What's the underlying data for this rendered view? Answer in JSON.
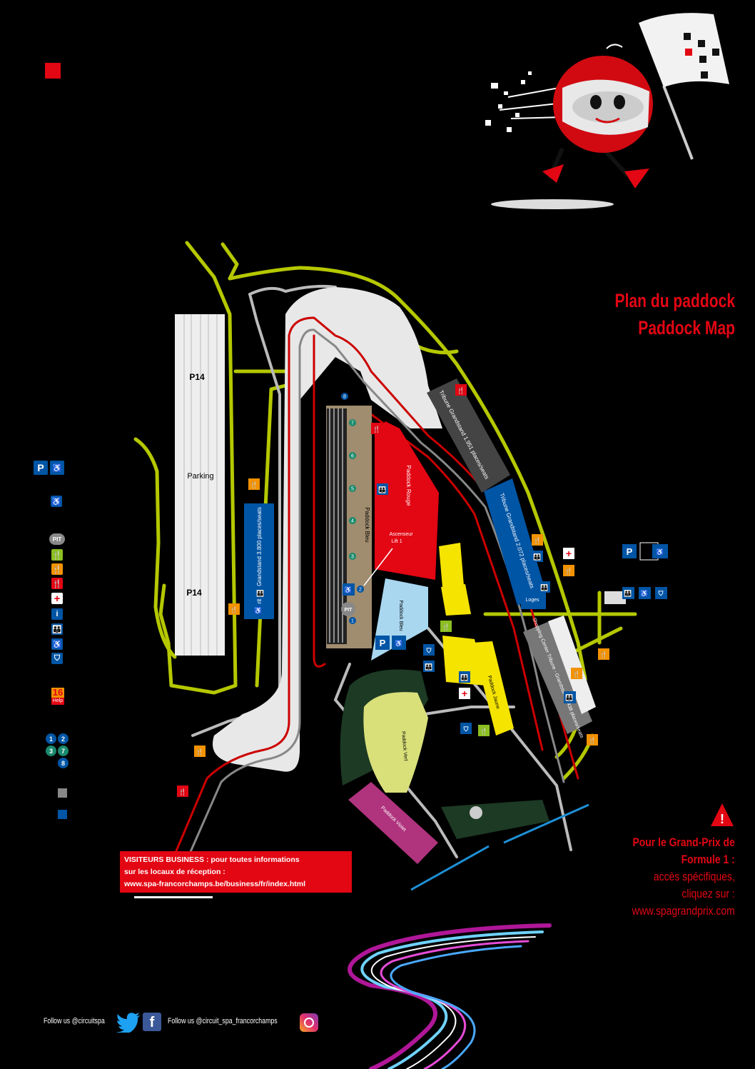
{
  "title": {
    "line1": "Plan du paddock",
    "line2": "Paddock Map"
  },
  "business_box": {
    "line1": "VISITEURS BUSINESS : pour toutes informations",
    "line2": "sur les locaux de réception :",
    "line3": "www.spa-francorchamps.be/business/fr/index.html"
  },
  "f1_note": {
    "line1": "Pour le Grand-Prix de",
    "line2": "Formule 1 :",
    "line3": "accès spécifiques,",
    "line4": "cliquez sur :",
    "line5": "www.spagrandprix.com"
  },
  "social": {
    "twitter": "Follow us @circuitspa",
    "instagram": "Follow us @circuit_spa_francorchamps"
  },
  "legend": {
    "help_number": "16",
    "help_label": "Help",
    "numbers": [
      "1",
      "2",
      "3",
      "7",
      "8"
    ],
    "pit_label": "PIT"
  },
  "map_labels": {
    "p14_top": "P14",
    "p14_bottom": "P14",
    "parking": "Parking",
    "tribune_3800": "Tribune Grandstand 3.800 places/seats",
    "tribune_1951": "Tribune Grandstand 1.951 places/seats",
    "tribune_2072": "Tribune Grandstand 2.072 places/seats",
    "tribune_1438": "Shopping Center Tribune - Grandstand 1.438 places/seats",
    "paddock_bleu": "Paddock Bleu",
    "paddock_rouge": "Paddock Rouge",
    "paddock_bleu_2": "Paddock Bleu",
    "paddock_jaune": "Paddock Jaune",
    "paddock_vert": "Paddock Vert",
    "paddock_violet": "Paddock Violet",
    "ascenseur": "Ascenseur",
    "lift": "Lift 1",
    "loges": "Loges",
    "pit": "PIT",
    "garage_numbers": [
      "8",
      "7",
      "6",
      "5",
      "4",
      "3",
      "2",
      "1"
    ]
  },
  "colors": {
    "accent_red": "#e30613",
    "track_green": "#b5c800",
    "paddock_blue_brown": "#a08c6e",
    "paddock_yellow": "#f5e400",
    "paddock_violet": "#b0337e",
    "paddock_vert": "#d9e07a",
    "grandstand_blue": "#0055a5",
    "grandstand_grey": "#555555",
    "orange_food": "#f39200"
  }
}
